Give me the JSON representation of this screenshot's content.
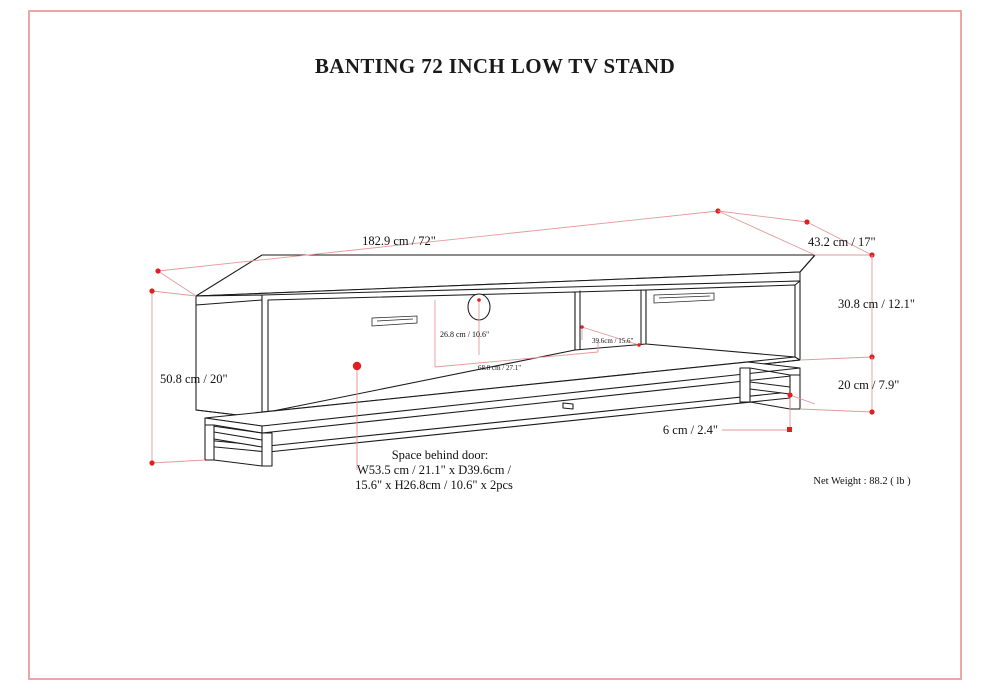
{
  "document": {
    "title": "BANTING 72 INCH LOW TV STAND",
    "border_color": "#eda6a6"
  },
  "dimensions": {
    "overall_width": "182.9 cm / 72\"",
    "overall_depth": "43.2 cm / 17\"",
    "overall_height": "50.8 cm / 20\"",
    "cabinet_height": "30.8 cm / 12.1\"",
    "leg_height": "20 cm / 7.9\"",
    "leg_width": "6 cm / 2.4\"",
    "interior_height": "26.8 cm / 10.6\"",
    "interior_width": "68.8 cm / 27.1\"",
    "interior_depth": "39.6cm / 15.6\""
  },
  "callout": {
    "line1": "Space behind door:",
    "line2": "W53.5 cm / 21.1\" x D39.6cm /",
    "line3": "15.6\" x H26.8cm / 10.6\" x 2pcs"
  },
  "weight": {
    "label": "Net Weight : 88.2 ( lb )"
  },
  "colors": {
    "dimension_line": "#e39a9a",
    "marker": "#e02020",
    "outline": "#1a1a1a"
  }
}
